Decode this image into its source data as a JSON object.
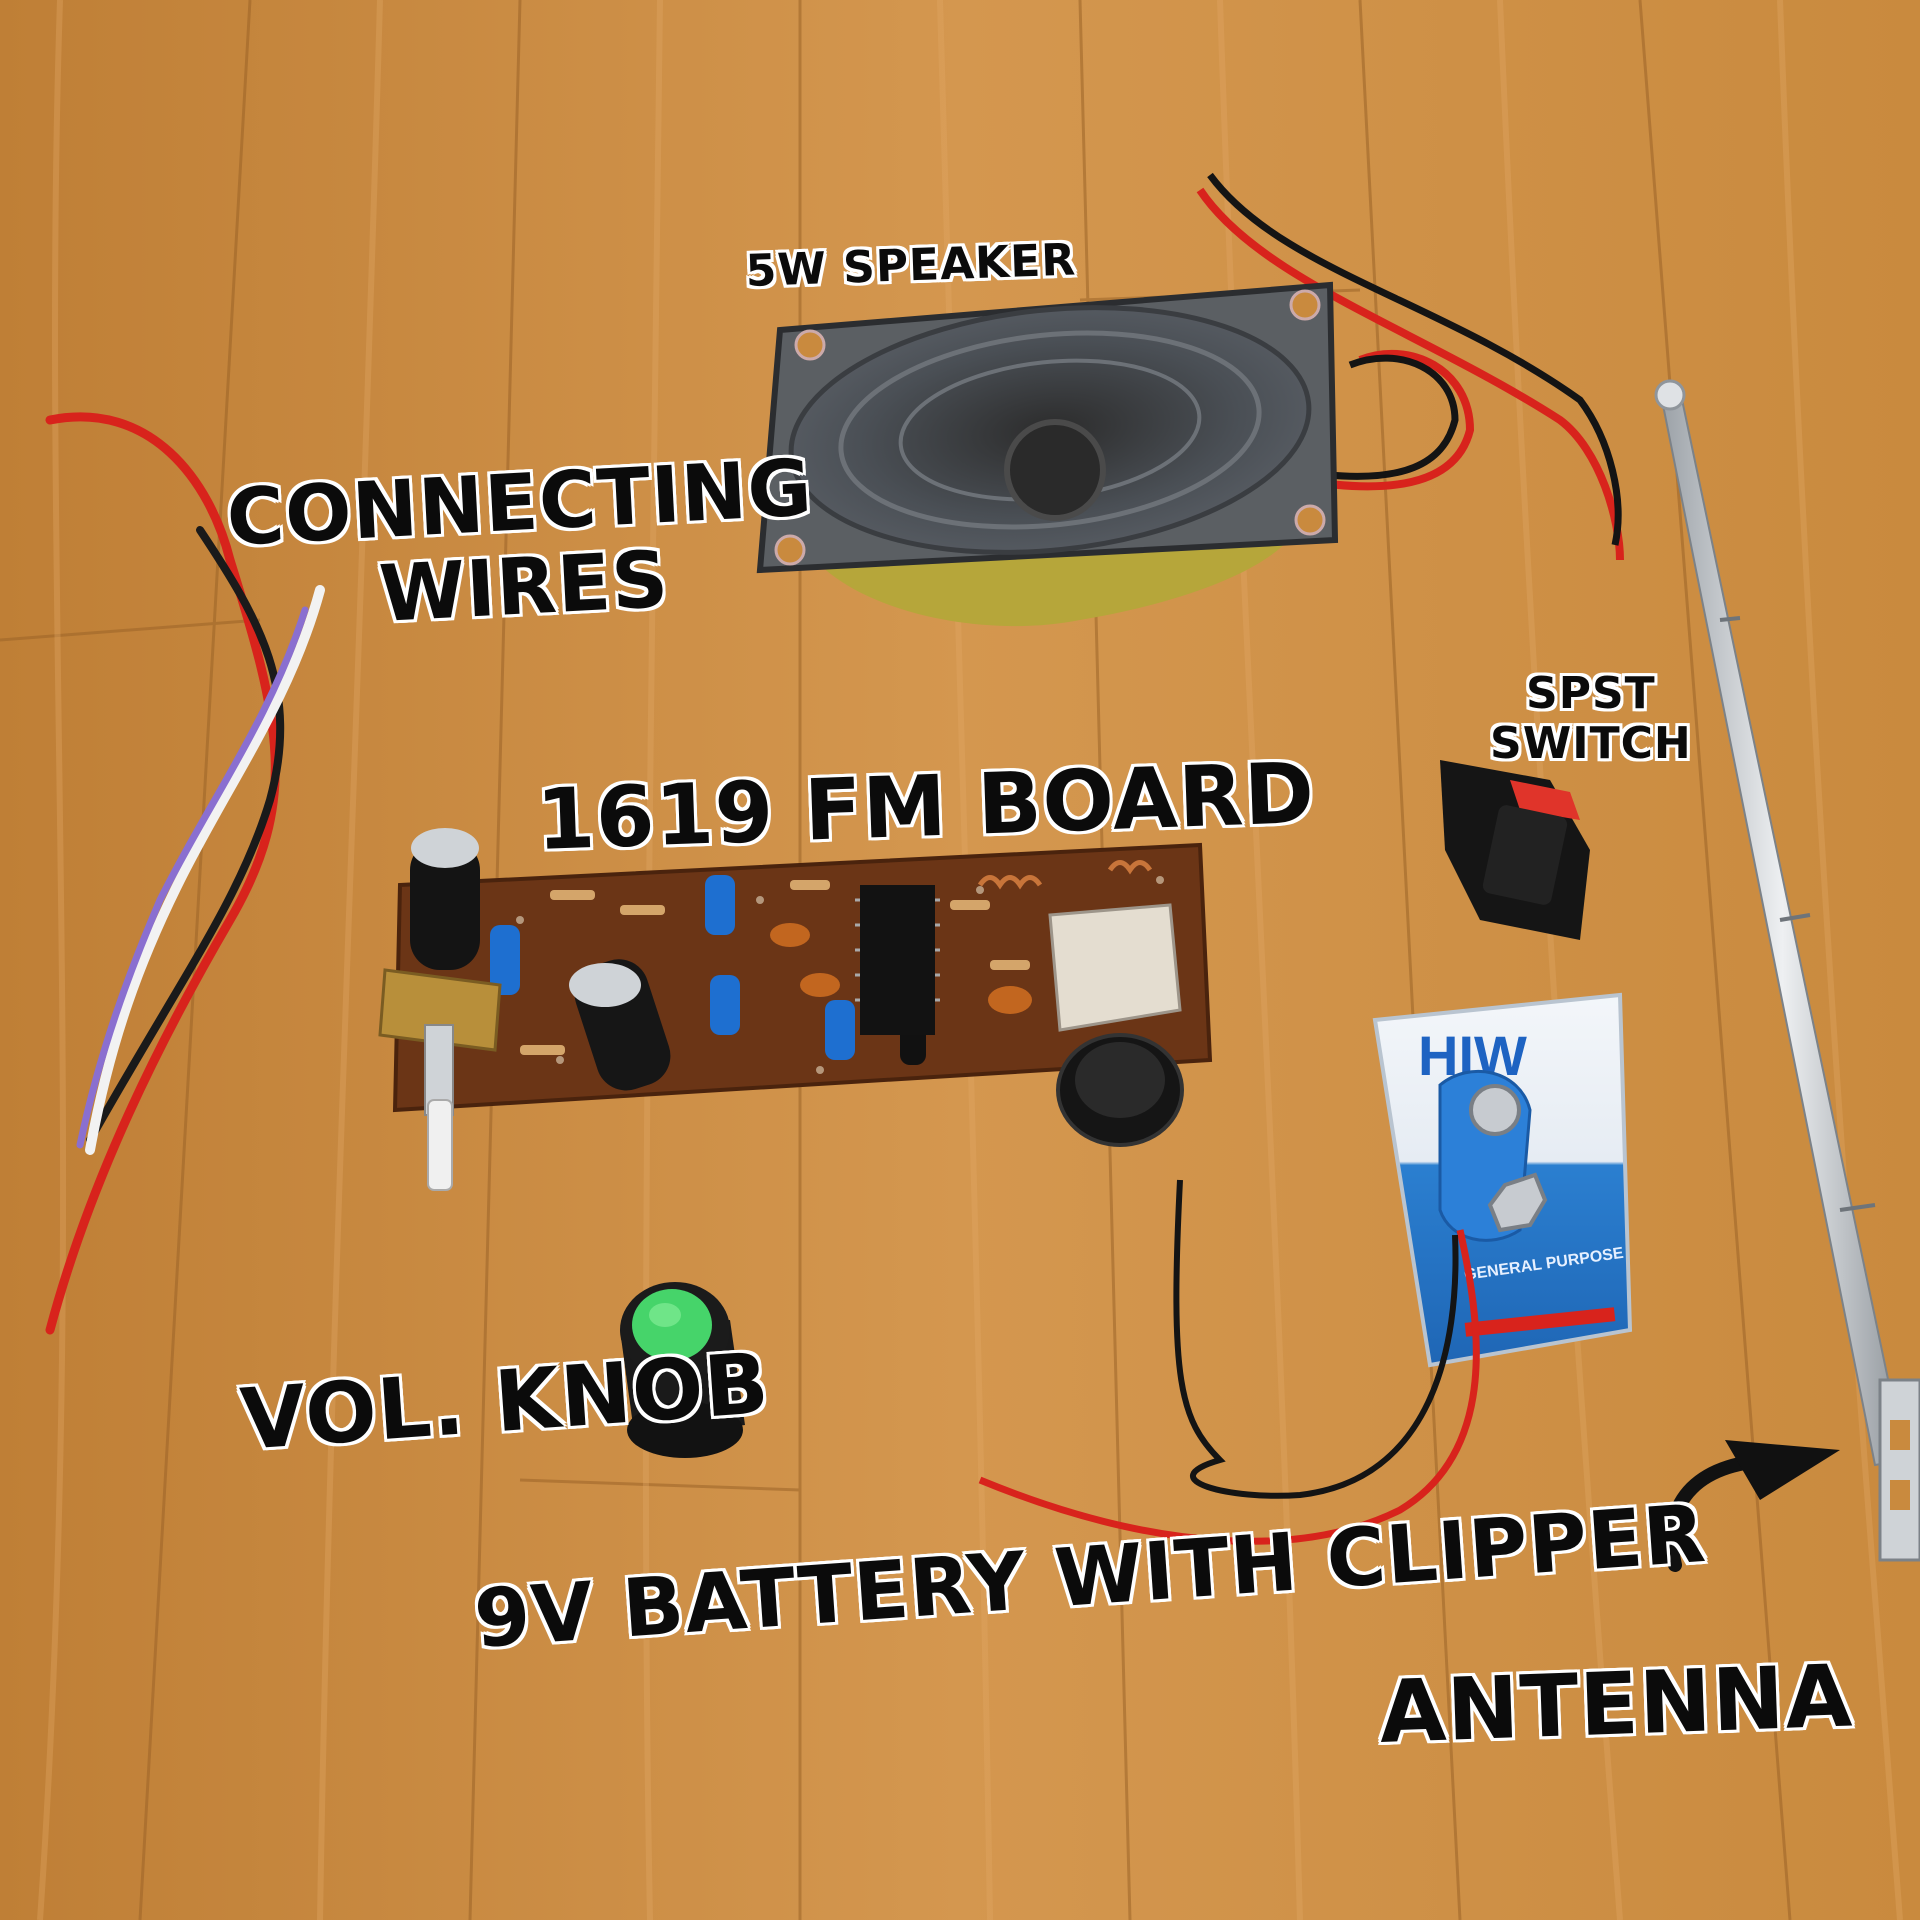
{
  "labels": {
    "speaker": "5W SPEAKER",
    "wires_line1": "CONNECTING",
    "wires_line2": "WIRES",
    "switch_line1": "SPST",
    "switch_line2": "SWITCH",
    "board": "1619 FM BOARD",
    "knob": "VOL. KNOB",
    "battery": "9V BATTERY WITH CLIPPER",
    "antenna": "ANTENNA"
  },
  "battery_brand": {
    "logo": "HIW",
    "band_text": "GENERAL PURPOSE"
  },
  "colors": {
    "wood_base": "#c98a3e",
    "wood_light": "#e0a660",
    "pcb": "#6b3516",
    "knob_cap": "#46d46a",
    "wire_red": "#d8231c",
    "wire_black": "#141414",
    "battery_blue": "#2b7fd0"
  }
}
